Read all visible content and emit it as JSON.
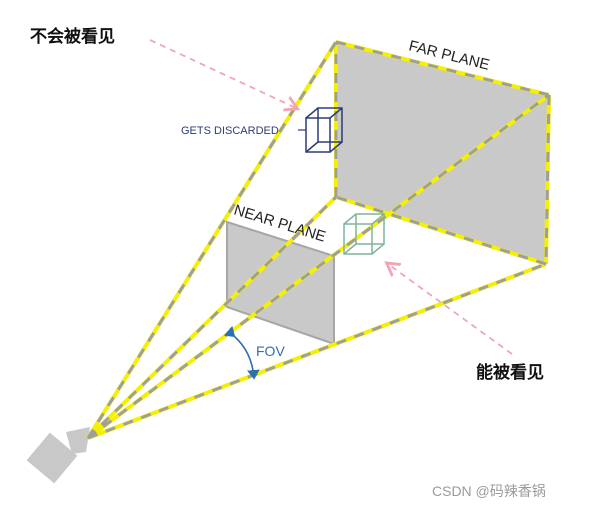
{
  "annotations": {
    "hidden_label": "不会被看见",
    "visible_label": "能被看见"
  },
  "labels": {
    "far_plane": "FAR PLANE",
    "near_plane": "NEAR PLANE",
    "gets_discarded": "GETS DISCARDED",
    "fov": "FOV"
  },
  "watermark": "CSDN @码辣香锅",
  "colors": {
    "frustum_edge_yellow": "#f5f000",
    "frustum_edge_gray": "#9e9e9e",
    "plane_fill": "#c9c9c9",
    "discarded_cube": "#2d3b78",
    "visible_cube": "#7fb49a",
    "pink_arrow": "#f0a6b4",
    "fov_arc": "#2e6fb0"
  },
  "icons": {
    "camera": "camera-icon"
  }
}
